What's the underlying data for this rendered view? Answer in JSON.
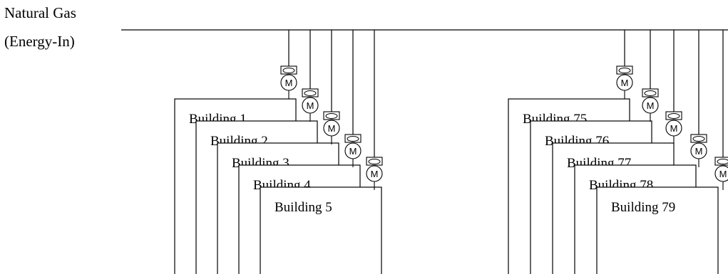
{
  "supply": {
    "title_line1": "Natural Gas",
    "title_line2": "(Energy-In)"
  },
  "meter_symbol": "M",
  "groups": [
    {
      "buildings": [
        "Building 1",
        "Building 2",
        "Building 3",
        "Building 4",
        "Building 5"
      ]
    },
    {
      "buildings": [
        "Building 75",
        "Building 76",
        "Building 77",
        "Building 78",
        "Building 79"
      ]
    }
  ]
}
